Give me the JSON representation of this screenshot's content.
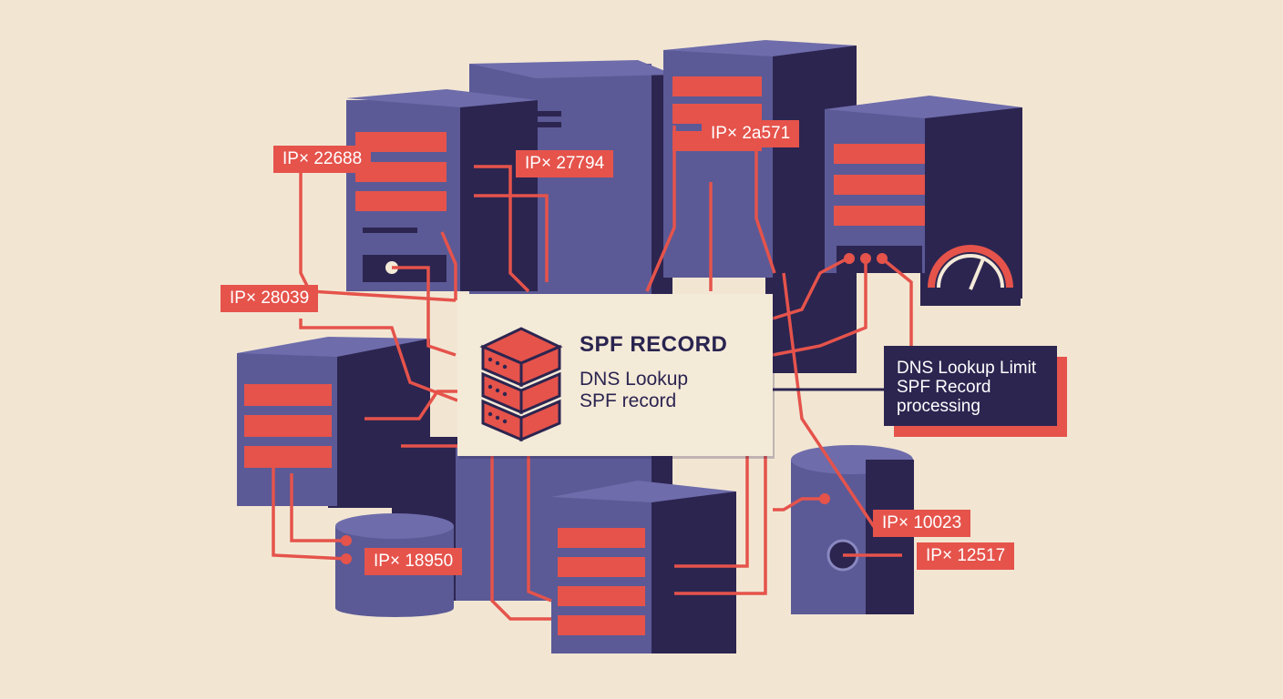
{
  "center_card": {
    "title": "SPF RECORD",
    "line1": "DNS Lookup",
    "line2": "SPF record"
  },
  "callout": {
    "line1": "DNS Lookup Limit",
    "line2": "SPF Record",
    "line3": "processing"
  },
  "ip_labels": [
    "IP× 22688",
    "IP× 27794",
    "IP× 2а571",
    "IP× 28039",
    "IP× 18950",
    "IP× 10023",
    "IP× 12517"
  ],
  "colors": {
    "background": "#f2e6d3",
    "server_dark": "#2c2550",
    "server_mid": "#5b5a96",
    "accent_red": "#e5534b"
  }
}
